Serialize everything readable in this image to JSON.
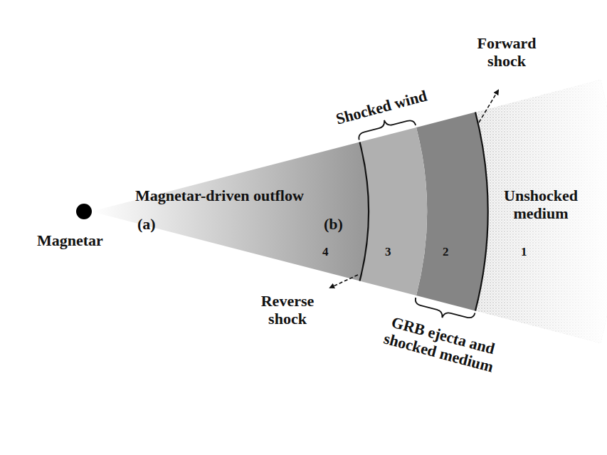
{
  "diagram": {
    "labels": [
      "Forward shock",
      "Shocked wind",
      "Magnetar-driven outflow",
      "(a)",
      "(b)",
      "Unshocked medium",
      "Magnetar",
      "4",
      "3",
      "2",
      "1",
      "Reverse shock",
      "GRB ejecta and shocked medium"
    ]
  }
}
